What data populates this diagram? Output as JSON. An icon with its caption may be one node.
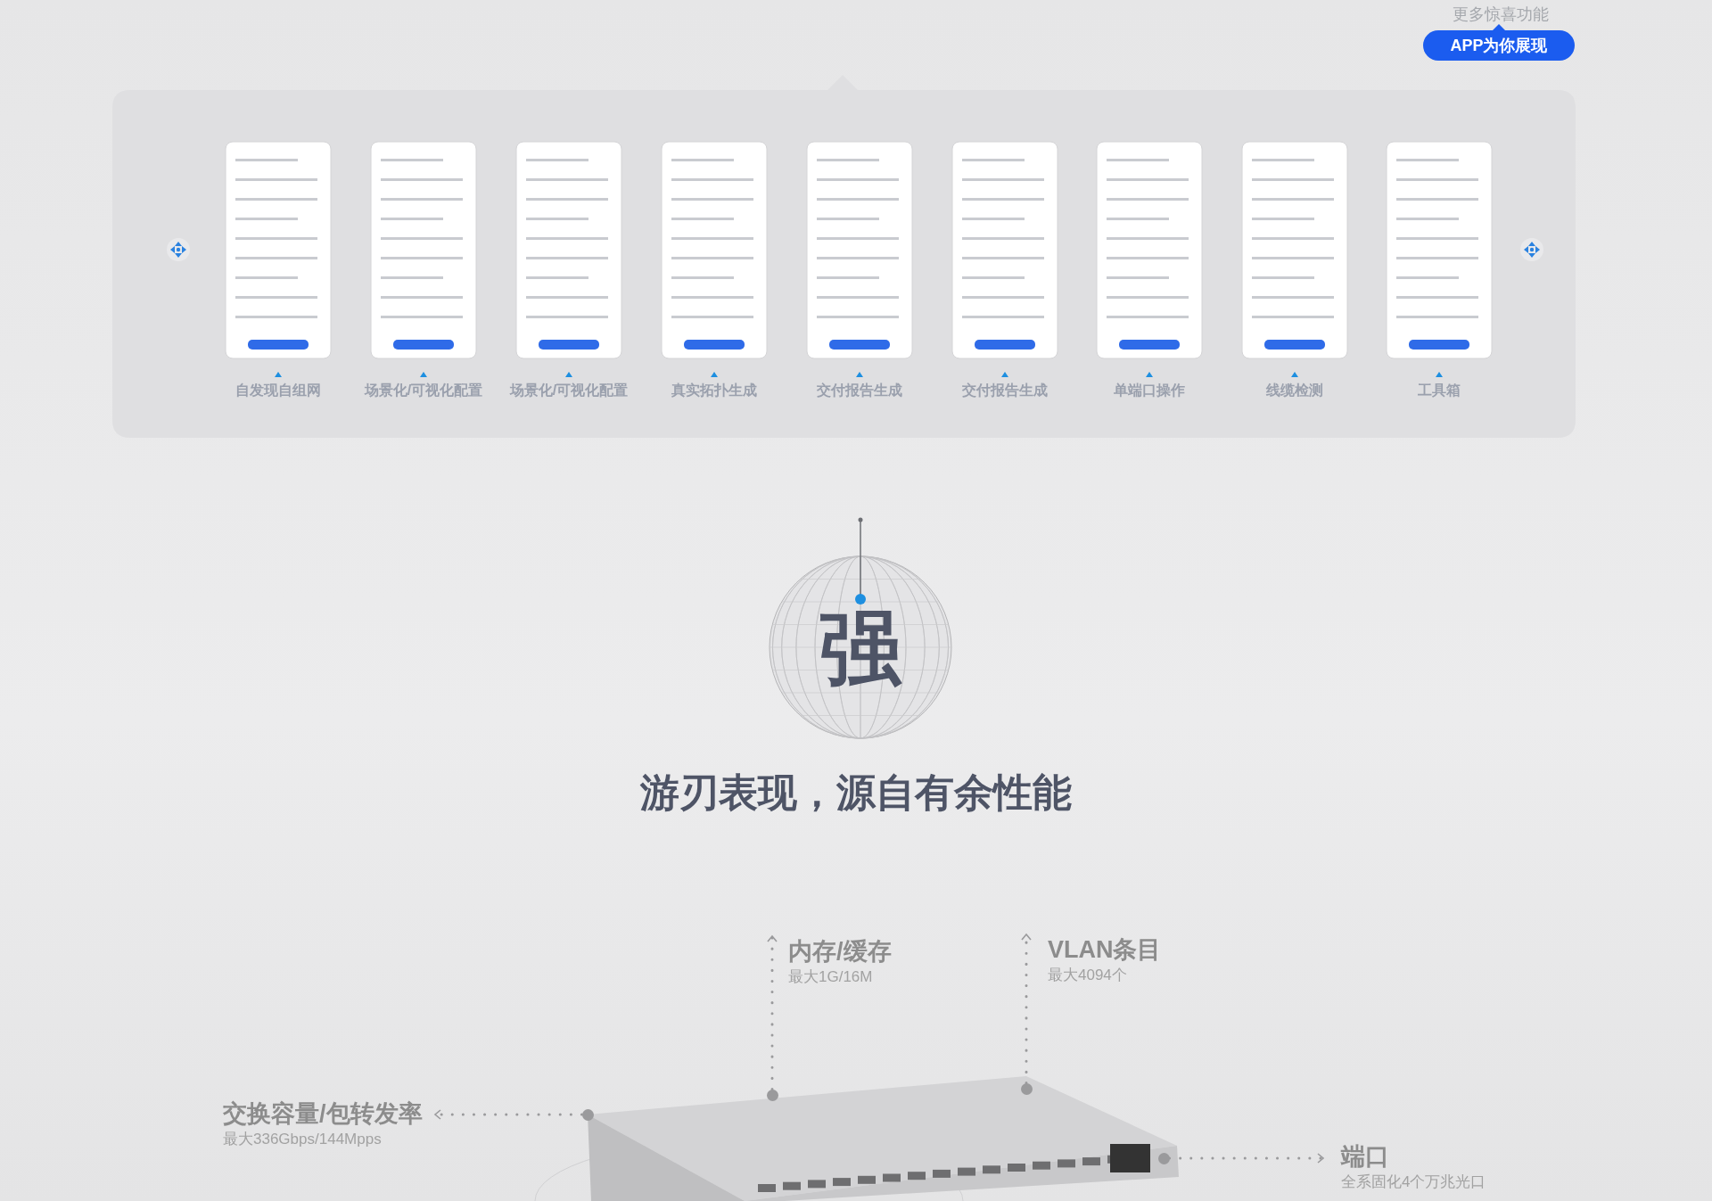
{
  "diagram": {
    "title": "游刃表现，源自有余性能",
    "nodes": [
      {
        "text": [
          "内存/缓存",
          "最大1G/16M"
        ]
      },
      {
        "text": [
          "VLAN条目",
          "最大4094个"
        ]
      },
      {
        "text": [
          "交换容量/包转发率",
          "最大336Gbps/144Mpps"
        ]
      },
      {
        "text": [
          "端口",
          "全系固化4个万兆光口"
        ]
      },
      {
        "text": [],
        "shape": "circle"
      },
      {
        "text": [],
        "shape": "circle"
      },
      {
        "text": [],
        "shape": "circle"
      },
      {
        "text": [],
        "shape": "circle"
      }
    ],
    "edges": [
      {
        "from": 4,
        "to": 2,
        "arrow": "to"
      },
      {
        "from": 5,
        "to": 0,
        "arrow": "to"
      },
      {
        "from": 6,
        "to": 1,
        "arrow": "to"
      },
      {
        "from": 7,
        "to": 3,
        "arrow": "to"
      }
    ],
    "labels": [
      "更多惊喜功能",
      "APP为你展现",
      "自发现自组网",
      "场景化/可视化配置",
      "场景化/可视化配置",
      "真实拓扑生成",
      "交付报告生成",
      "交付报告生成",
      "单端口操作",
      "线缆检测",
      "工具箱",
      "强"
    ]
  }
}
